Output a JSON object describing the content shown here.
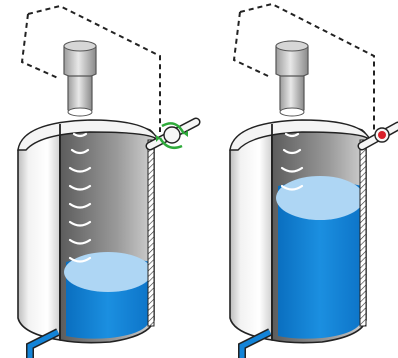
{
  "diagram": {
    "panels": [
      {
        "id": "left",
        "state": "low-level",
        "valve": "open",
        "valve_color": "#2eaa3a",
        "wave_arcs": 8
      },
      {
        "id": "right",
        "state": "high-level",
        "valve": "closed",
        "valve_color": "#d8202a",
        "wave_arcs": 4
      }
    ],
    "colors": {
      "liquid_surface": "#aed6f4",
      "liquid_body": "#1384d8",
      "tank_outer": "#e6e6e6",
      "tank_inner": "#7f7f7f",
      "sensor_body": "#c8c8c8"
    },
    "icons": [
      "ultrasonic-sensor-icon",
      "valve-handle-icon",
      "wave-arc-icon",
      "outlet-pipe-icon"
    ]
  }
}
